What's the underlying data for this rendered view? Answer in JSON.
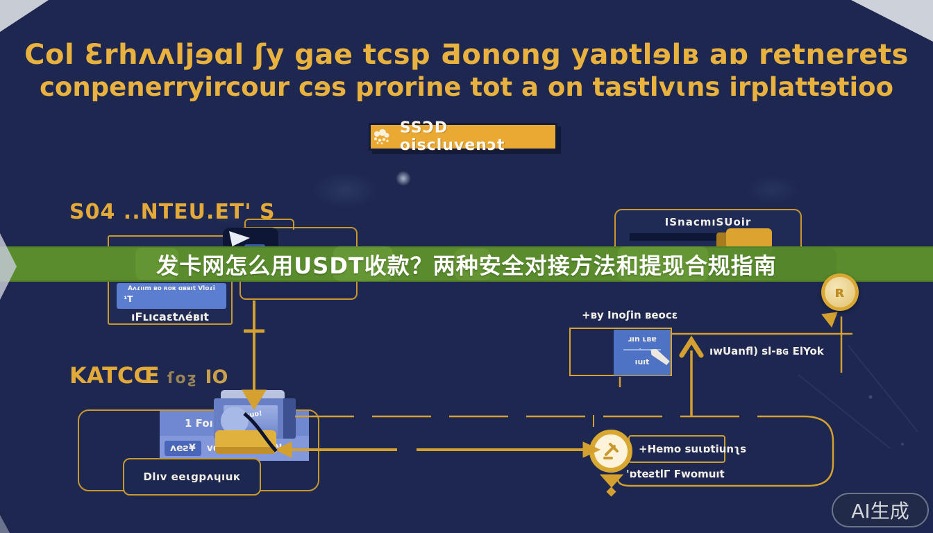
{
  "header": {
    "title_line1": "Col Ɛrhʌʌljɘɑl ʃy gae tcsp Ƌonong yaɒtlɘlʙ aɒ retnerets",
    "title_line2": "conpenerryircour cɘs prorine tot a on tastlvɩns irplattɘtioo"
  },
  "cta_button": {
    "label": "SSƆD oiscluvenɔt",
    "icon": "coins-cloud-icon"
  },
  "overlay_banner": {
    "text": "发卡网怎么用USDT收款？两种安全对接方法和提现合规指南"
  },
  "sections": {
    "step1_label": "S04 ..NTEU.ET' S",
    "step2_label_main": "KATCŒ",
    "step2_label_sub": "ſoƺ",
    "step2_label_tail": "IO"
  },
  "cards": {
    "screenshot_card": {
      "chip_text": "Aʌɾıım ʙo ʀoʀ ɑʙʙıt Vloɾi",
      "chip_mark": "¹T",
      "caption": "ıFʟıcaɛtʌéʙıt"
    },
    "scanner_card": {
      "title": "ISnacmıSUoir"
    },
    "login_card": {
      "caption": "+ʙy Inoʃin ʙeocɛ",
      "row1": "ɹın ʟʙɐ",
      "row2": "ıuıt",
      "caret": "ˆ"
    },
    "wallet_note": "ıwUanfl) sl-ʙɢ ElYok",
    "workflow_card": {
      "row1": "1 Foınmeoʃı",
      "row2_chip": "ʌeƨ¥",
      "row2_text": "vɑiıʏɟɑ uʙɒ ıƝɑl",
      "row3": "Dlıv eeɩgpʌɥıuк"
    },
    "payout_card": {
      "title": "+Hemo suɩɒtiunʅs",
      "caption": "'ɒteƨtlΓ Fwomuıt"
    }
  },
  "badges": {
    "coin_glyph": "ʀ",
    "laptop_screen_mark": "ɯʋ!"
  },
  "watermark": {
    "label": "AI生成"
  },
  "colors": {
    "background_navy": "#1d2750",
    "accent_gold": "#e3aa3a",
    "line_gold": "#d4a02f",
    "banner_green": "#5a8c2e",
    "button_amber": "#eaa933",
    "panel_blue": "#5b7ed0",
    "text_white": "#f2efe8"
  }
}
